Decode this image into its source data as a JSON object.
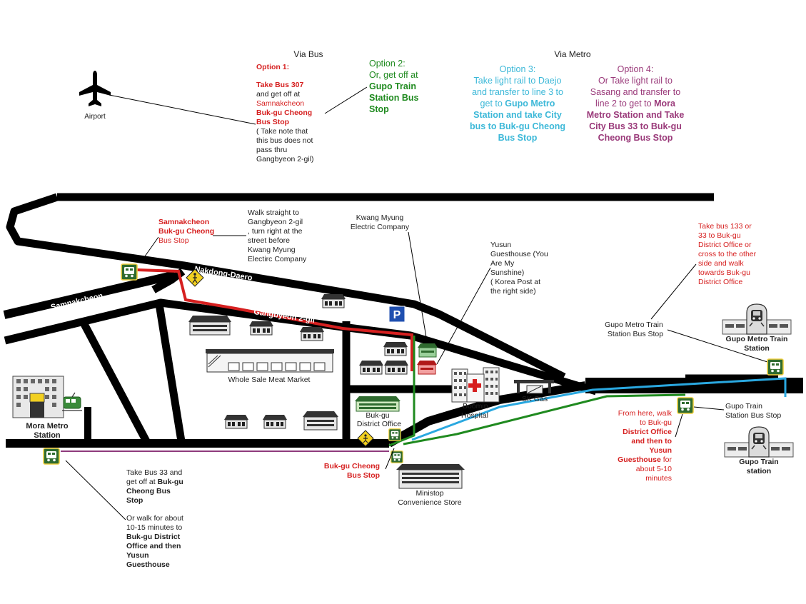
{
  "colors": {
    "road": "#000000",
    "red_route": "#d62020",
    "green_route": "#1f8a1f",
    "blue_route": "#2aa8e0",
    "purple_route": "#8e3a7c",
    "option2_text": "#1f8a1f",
    "option3_text": "#3cb8d8",
    "option4_text": "#9a3a7a",
    "red_text": "#d62020"
  },
  "icons": [
    "airplane-icon",
    "bus-stop-icon",
    "pedestrian-crossing-icon",
    "parking-icon",
    "train-icon",
    "hospital-cross-icon",
    "tram-icon"
  ],
  "headers": {
    "via_bus": "Via Bus",
    "via_metro": "Via Metro"
  },
  "airport_label": "Airport",
  "option1": {
    "title": "Option 1:",
    "take_bus": "Take Bus 307",
    "get_off": "and get off at",
    "stop_1": "Samnakcheon",
    "stop_2": "Buk-gu Cheong",
    "stop_3": "Bus Stop",
    "note_1": "( Take note that",
    "note_2": "this bus does not",
    "note_3": "pass thru",
    "note_4": "Gangbyeon 2-gil)"
  },
  "option2": {
    "line1": "Option 2:",
    "line2": "Or, get off at",
    "line3": "Gupo Train",
    "line4": "Station Bus",
    "line5": "Stop"
  },
  "option3": {
    "line1": "Option 3:",
    "line2": "Take light rail to Daejo",
    "line3": "and transfer to line 3 to",
    "line4a": "get to ",
    "line4b": "Gupo Metro",
    "line5": "Station and take City",
    "line6": "bus to Buk-gu Cheong",
    "line7": "Bus Stop"
  },
  "option4": {
    "line1": "Option 4:",
    "line2": "Or Take light rail to",
    "line3": "Sasang and transfer to",
    "line4a": "line 2 to get to ",
    "line4b": "Mora",
    "line5": "Metro Station and Take",
    "line6": "City Bus 33 to Buk-gu",
    "line7": "Cheong Bus Stop"
  },
  "roads": {
    "nakdong": "Nakdong-Daero",
    "samnakcheon": "Samnakcheon",
    "gangbyeon": "Gangbyeon 2-gil"
  },
  "samnak_stop": {
    "line1": "Samnakcheon",
    "line2": "Buk-gu Cheong",
    "line3": "Bus Stop"
  },
  "walk_note": {
    "line1": "Walk straight to",
    "line2": "Gangbyeon 2-gil",
    "line3": ", turn right at the",
    "line4": "street before",
    "line5": "Kwang Myung",
    "line6": "Electirc Company"
  },
  "kwang": {
    "line1": "Kwang Myung",
    "line2": "Electric Company"
  },
  "yusun_callout": {
    "line1": "Yusun",
    "line2": "Guesthouse (You",
    "line3": "Are My",
    "line4": "Sunshine)",
    "line5": " ( Korea Post at",
    "line6": "the right side)"
  },
  "market": "Whole Sale Meat Market",
  "district_office": {
    "line1": "Buk-gu",
    "line2": "District Office"
  },
  "hospital": {
    "line1": "Boomin",
    "line2": "Hospital"
  },
  "sk_gas": "SK Gas",
  "mora": {
    "line1": "Mora Metro",
    "line2": "Station"
  },
  "bukgu_stop": {
    "line1": "Buk-gu Cheong",
    "line2": "Bus Stop"
  },
  "ministop": {
    "line1": "Ministop",
    "line2": "Convenience Store"
  },
  "bus33_note": {
    "line1": "Take Bus 33 and",
    "line2a": "get off at ",
    "line2b": "Buk-gu",
    "line3": "Cheong Bus",
    "line4": "Stop",
    "line5": "Or walk for about",
    "line6": "10-15 minutes to",
    "line7": "Buk-gu District",
    "line8": "Office  and then",
    "line9": "Yusun",
    "line10": "Guesthouse"
  },
  "bus133_note": {
    "line1": "Take bus 133 or",
    "line2": "33 to Buk-gu",
    "line3": "District Office or",
    "line4": "cross to the other",
    "line5": "side and walk",
    "line6": "towards Buk-gu",
    "line7": "District Office"
  },
  "gupo_metro_stop": {
    "line1": "Gupo Metro Train",
    "line2": "Station Bus Stop"
  },
  "gupo_metro_station": {
    "line1": "Gupo Metro Train",
    "line2": "Station"
  },
  "gupo_train_stop": {
    "line1": "Gupo Train",
    "line2": "Station Bus Stop"
  },
  "gupo_train_station": {
    "line1": "Gupo Train",
    "line2": "station"
  },
  "from_here": {
    "line1": "From here, walk",
    "line2": "to Buk-gu",
    "line3": "District Office",
    "line4": "and then to",
    "line5": "Yusun",
    "line6a": "Guesthouse",
    "line6b": " for",
    "line7": "about 5-10",
    "line8": "minutes"
  }
}
